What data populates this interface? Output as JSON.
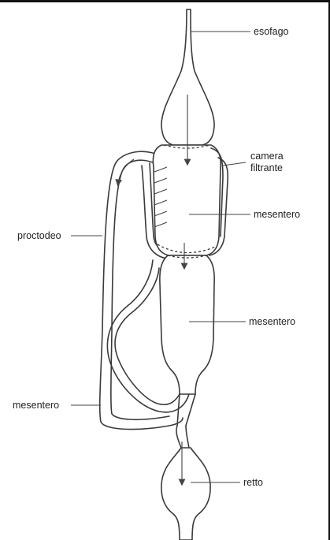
{
  "labels": {
    "esofago": "esofago",
    "camera_filtrante_line1": "camera",
    "camera_filtrante_line2": "filtrante",
    "mesentero_upper": "mesentero",
    "proctodeo": "proctodeo",
    "mesentero_middle": "mesentero",
    "mesentero_lower": "mesentero",
    "retto": "retto"
  },
  "colors": {
    "line": "#3a3a3a",
    "text": "#222222",
    "background": "#ffffff"
  }
}
